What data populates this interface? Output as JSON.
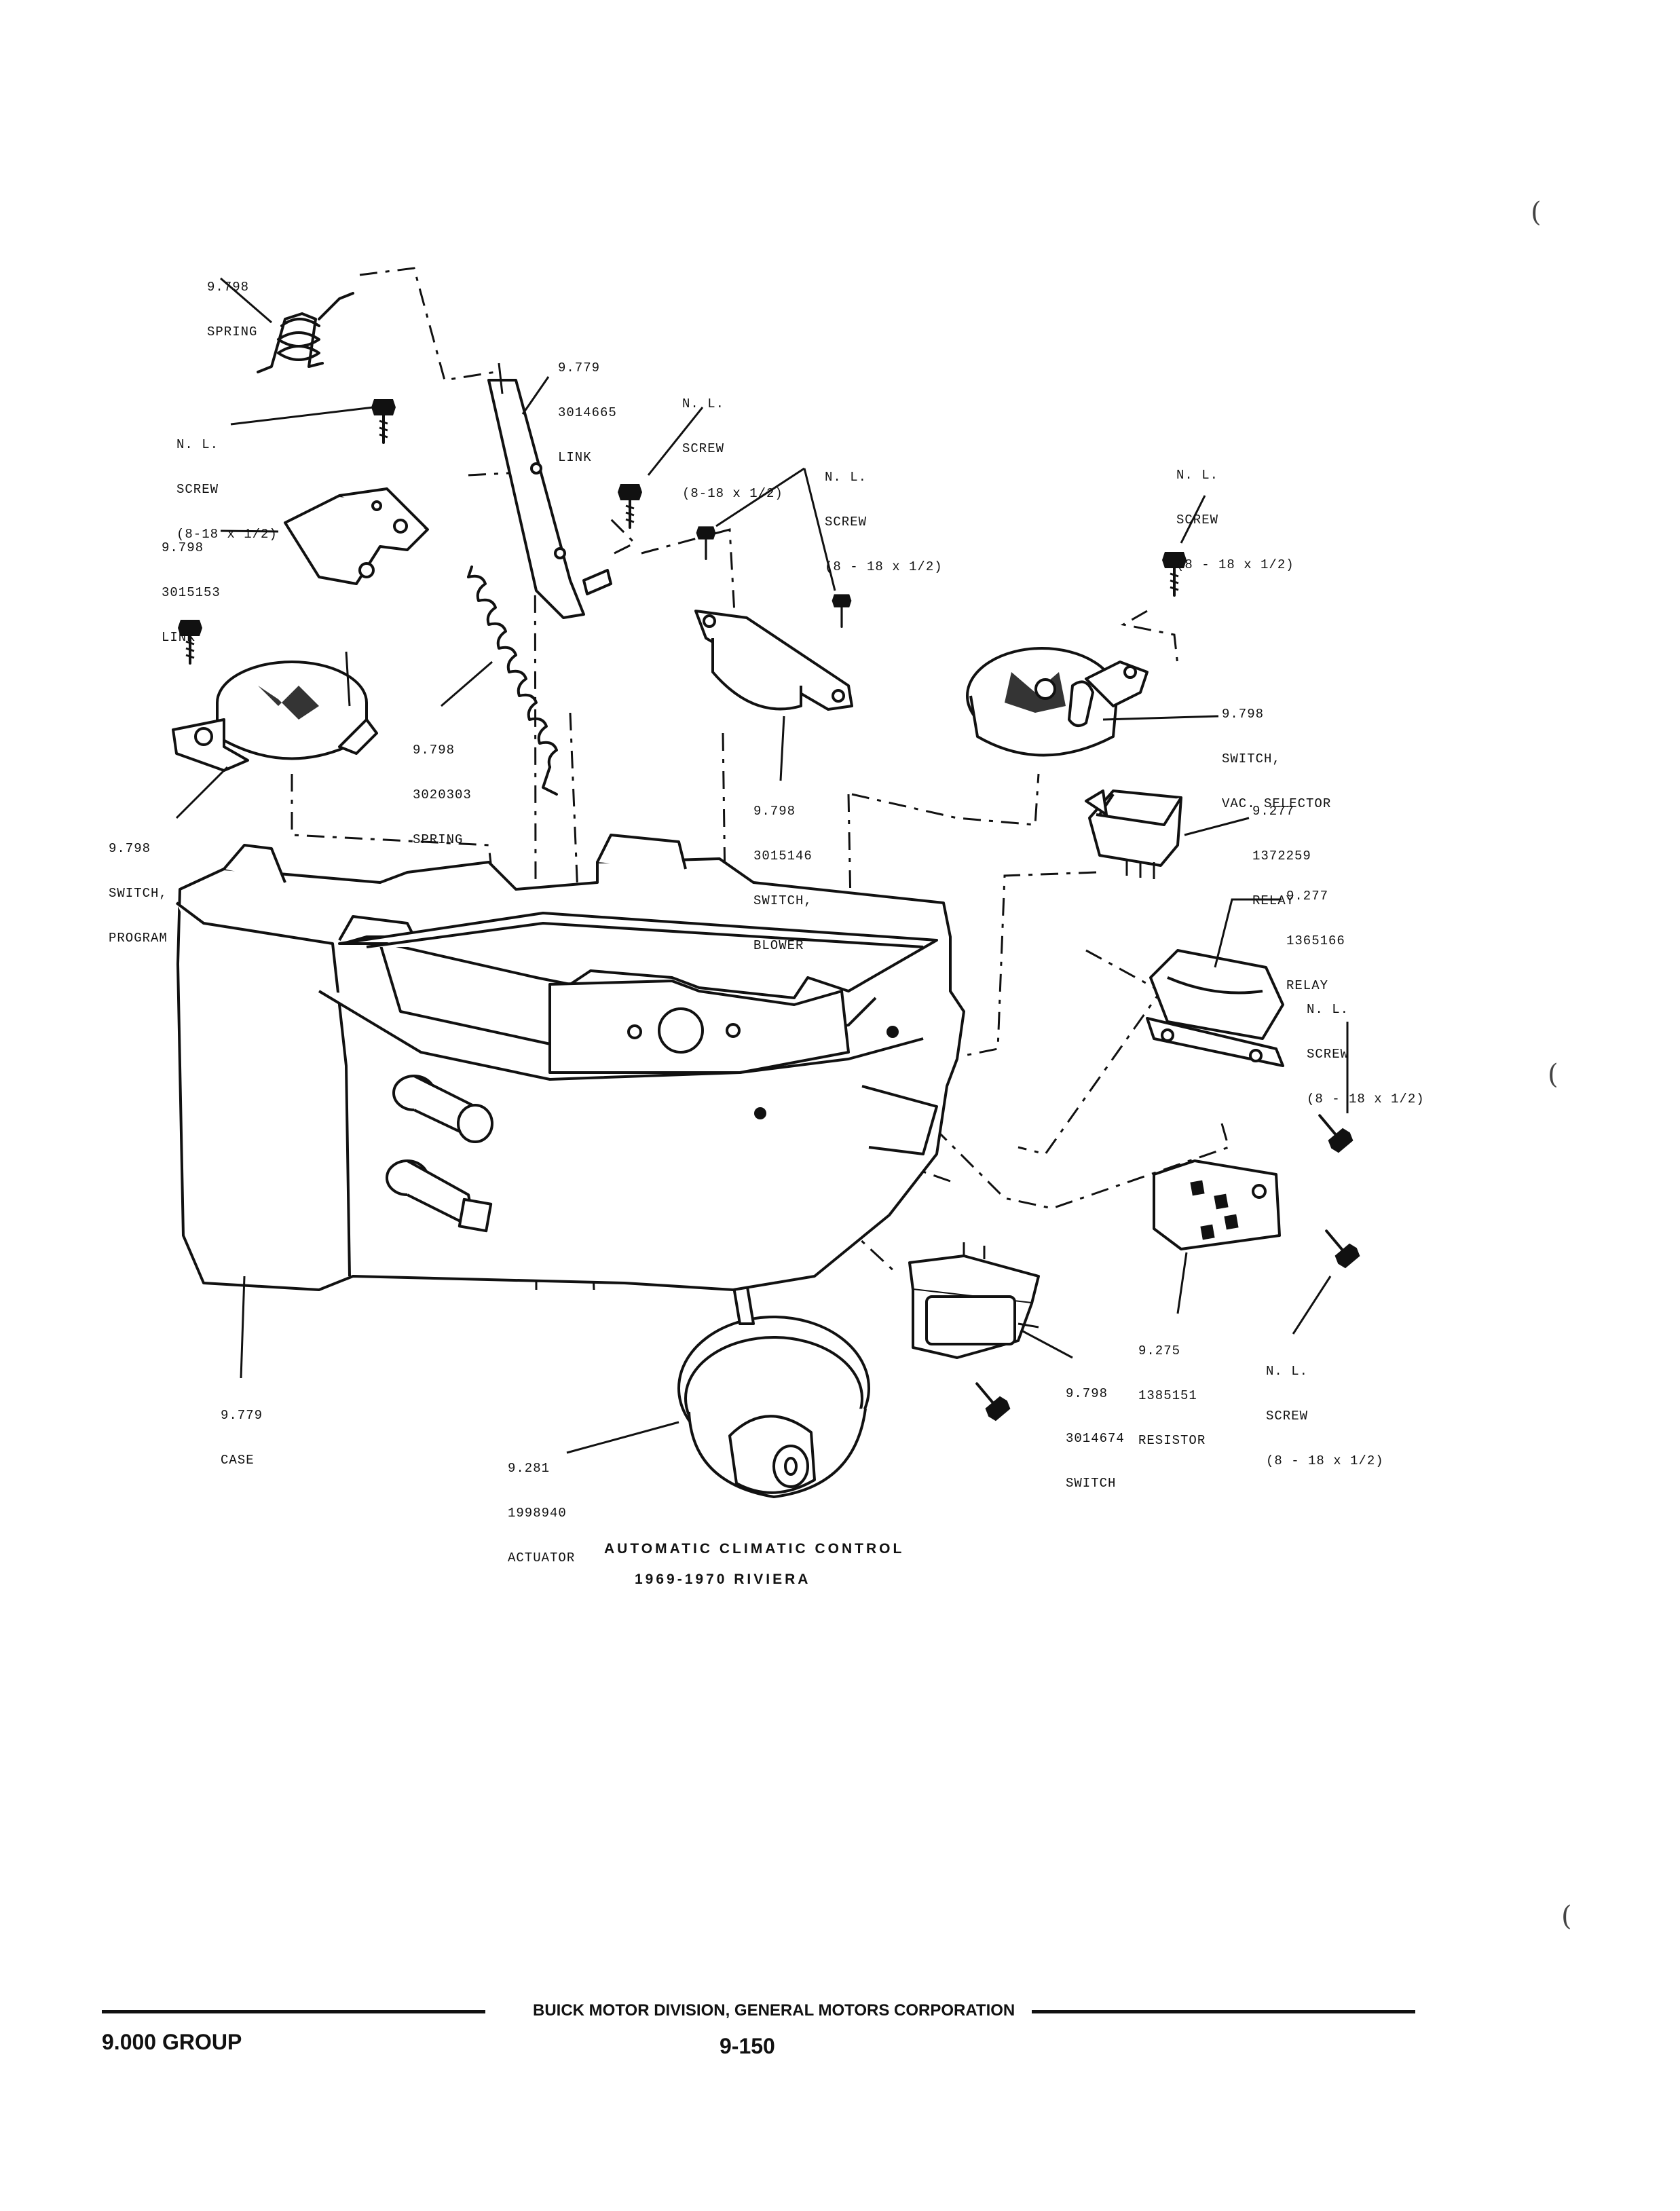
{
  "caption": {
    "line1": "AUTOMATIC CLIMATIC CONTROL",
    "line2": "1969-1970 RIVIERA"
  },
  "footer": {
    "group": "9.000 GROUP",
    "publisher": "BUICK MOTOR DIVISION, GENERAL MOTORS CORPORATION",
    "page_number": "9-150"
  },
  "callouts": {
    "spring_top": {
      "group": "9.798",
      "name": "SPRING"
    },
    "link_3014665": {
      "group": "9.779",
      "part": "3014665",
      "name": "LINK"
    },
    "screw_a": {
      "group": "N. L.",
      "name": "SCREW",
      "size": "(8-18 x 1/2)"
    },
    "screw_b": {
      "group": "N. L.",
      "name": "SCREW",
      "size": "(8-18 x 1/2)"
    },
    "screw_c": {
      "group": "N. L.",
      "name": "SCREW",
      "size": "(8 - 18 x 1/2)"
    },
    "screw_d": {
      "group": "N. L.",
      "name": "SCREW",
      "size": "(8 - 18 x 1/2)"
    },
    "link_3015153": {
      "group": "9.798",
      "part": "3015153",
      "name": "LINK"
    },
    "spring_3020303": {
      "group": "9.798",
      "part": "3020303",
      "name": "SPRING"
    },
    "switch_program": {
      "group": "9.798",
      "name": "SWITCH,",
      "name2": "PROGRAM"
    },
    "switch_blower": {
      "group": "9.798",
      "part": "3015146",
      "name": "SWITCH,",
      "name2": "BLOWER"
    },
    "switch_vac": {
      "group": "9.798",
      "name": "SWITCH,",
      "name2": "VAC. SELECTOR"
    },
    "relay_1372259": {
      "group": "9.277",
      "part": "1372259",
      "name": "RELAY"
    },
    "relay_1365166": {
      "group": "9.277",
      "part": "1365166",
      "name": "RELAY"
    },
    "screw_e": {
      "group": "N. L.",
      "name": "SCREW",
      "size": "(8 - 18 x 1/2)"
    },
    "resistor": {
      "group": "9.275",
      "part": "1385151",
      "name": "RESISTOR"
    },
    "screw_f": {
      "group": "N. L.",
      "name": "SCREW",
      "size": "(8 - 18 x 1/2)"
    },
    "switch_3014674": {
      "group": "9.798",
      "part": "3014674",
      "name": "SWITCH"
    },
    "actuator": {
      "group": "9.281",
      "part": "1998940",
      "name": "ACTUATOR"
    },
    "case": {
      "group": "9.779",
      "name": "CASE"
    }
  }
}
